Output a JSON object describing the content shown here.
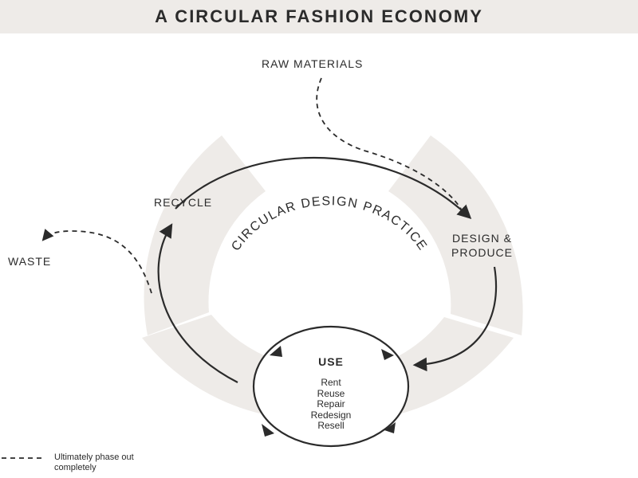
{
  "title": "A CIRCULAR FASHION ECONOMY",
  "labels": {
    "raw_materials": "RAW MATERIALS",
    "recycle": "RECYCLE",
    "design_line1": "DESIGN &",
    "design_line2": "PRODUCE",
    "waste": "WASTE",
    "center_arc": "CIRCULAR DESIGN PRACTICE"
  },
  "use": {
    "title": "USE",
    "items": [
      "Rent",
      "Reuse",
      "Repair",
      "Redesign",
      "Resell"
    ]
  },
  "legend": {
    "text": "Ultimately phase out completely"
  },
  "colors": {
    "ring": "#eeebe8",
    "ink": "#2b2b2b",
    "title_bar": "#eeebe8"
  }
}
